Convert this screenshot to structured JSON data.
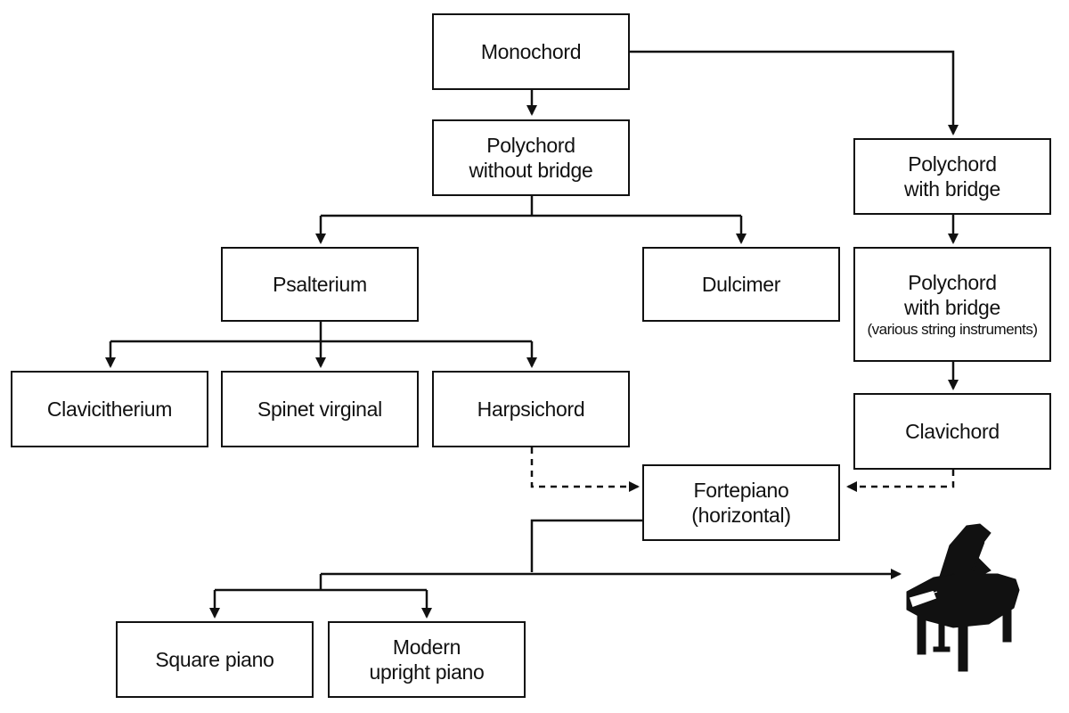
{
  "nodes": {
    "monochord": {
      "lines": [
        "Monochord"
      ]
    },
    "polychord_without_bridge": {
      "lines": [
        "Polychord",
        "without bridge"
      ]
    },
    "polychord_with_bridge": {
      "lines": [
        "Polychord",
        "with bridge"
      ]
    },
    "psalterium": {
      "lines": [
        "Psalterium"
      ]
    },
    "dulcimer": {
      "lines": [
        "Dulcimer"
      ]
    },
    "polychord_with_bridge_various": {
      "lines": [
        "Polychord",
        "with bridge"
      ],
      "note": "(various string instruments)"
    },
    "clavicitherium": {
      "lines": [
        "Clavicitherium"
      ]
    },
    "spinet_virginal": {
      "lines": [
        "Spinet virginal"
      ]
    },
    "harpsichord": {
      "lines": [
        "Harpsichord"
      ]
    },
    "clavichord": {
      "lines": [
        "Clavichord"
      ]
    },
    "fortepiano": {
      "lines": [
        "Fortepiano",
        "(horizontal)"
      ]
    },
    "square_piano": {
      "lines": [
        "Square piano"
      ]
    },
    "modern_upright_piano": {
      "lines": [
        "Modern",
        "upright piano"
      ]
    }
  },
  "icons": {
    "grand_piano": "grand-piano-icon"
  },
  "colors": {
    "ink": "#111111",
    "background": "#ffffff"
  }
}
